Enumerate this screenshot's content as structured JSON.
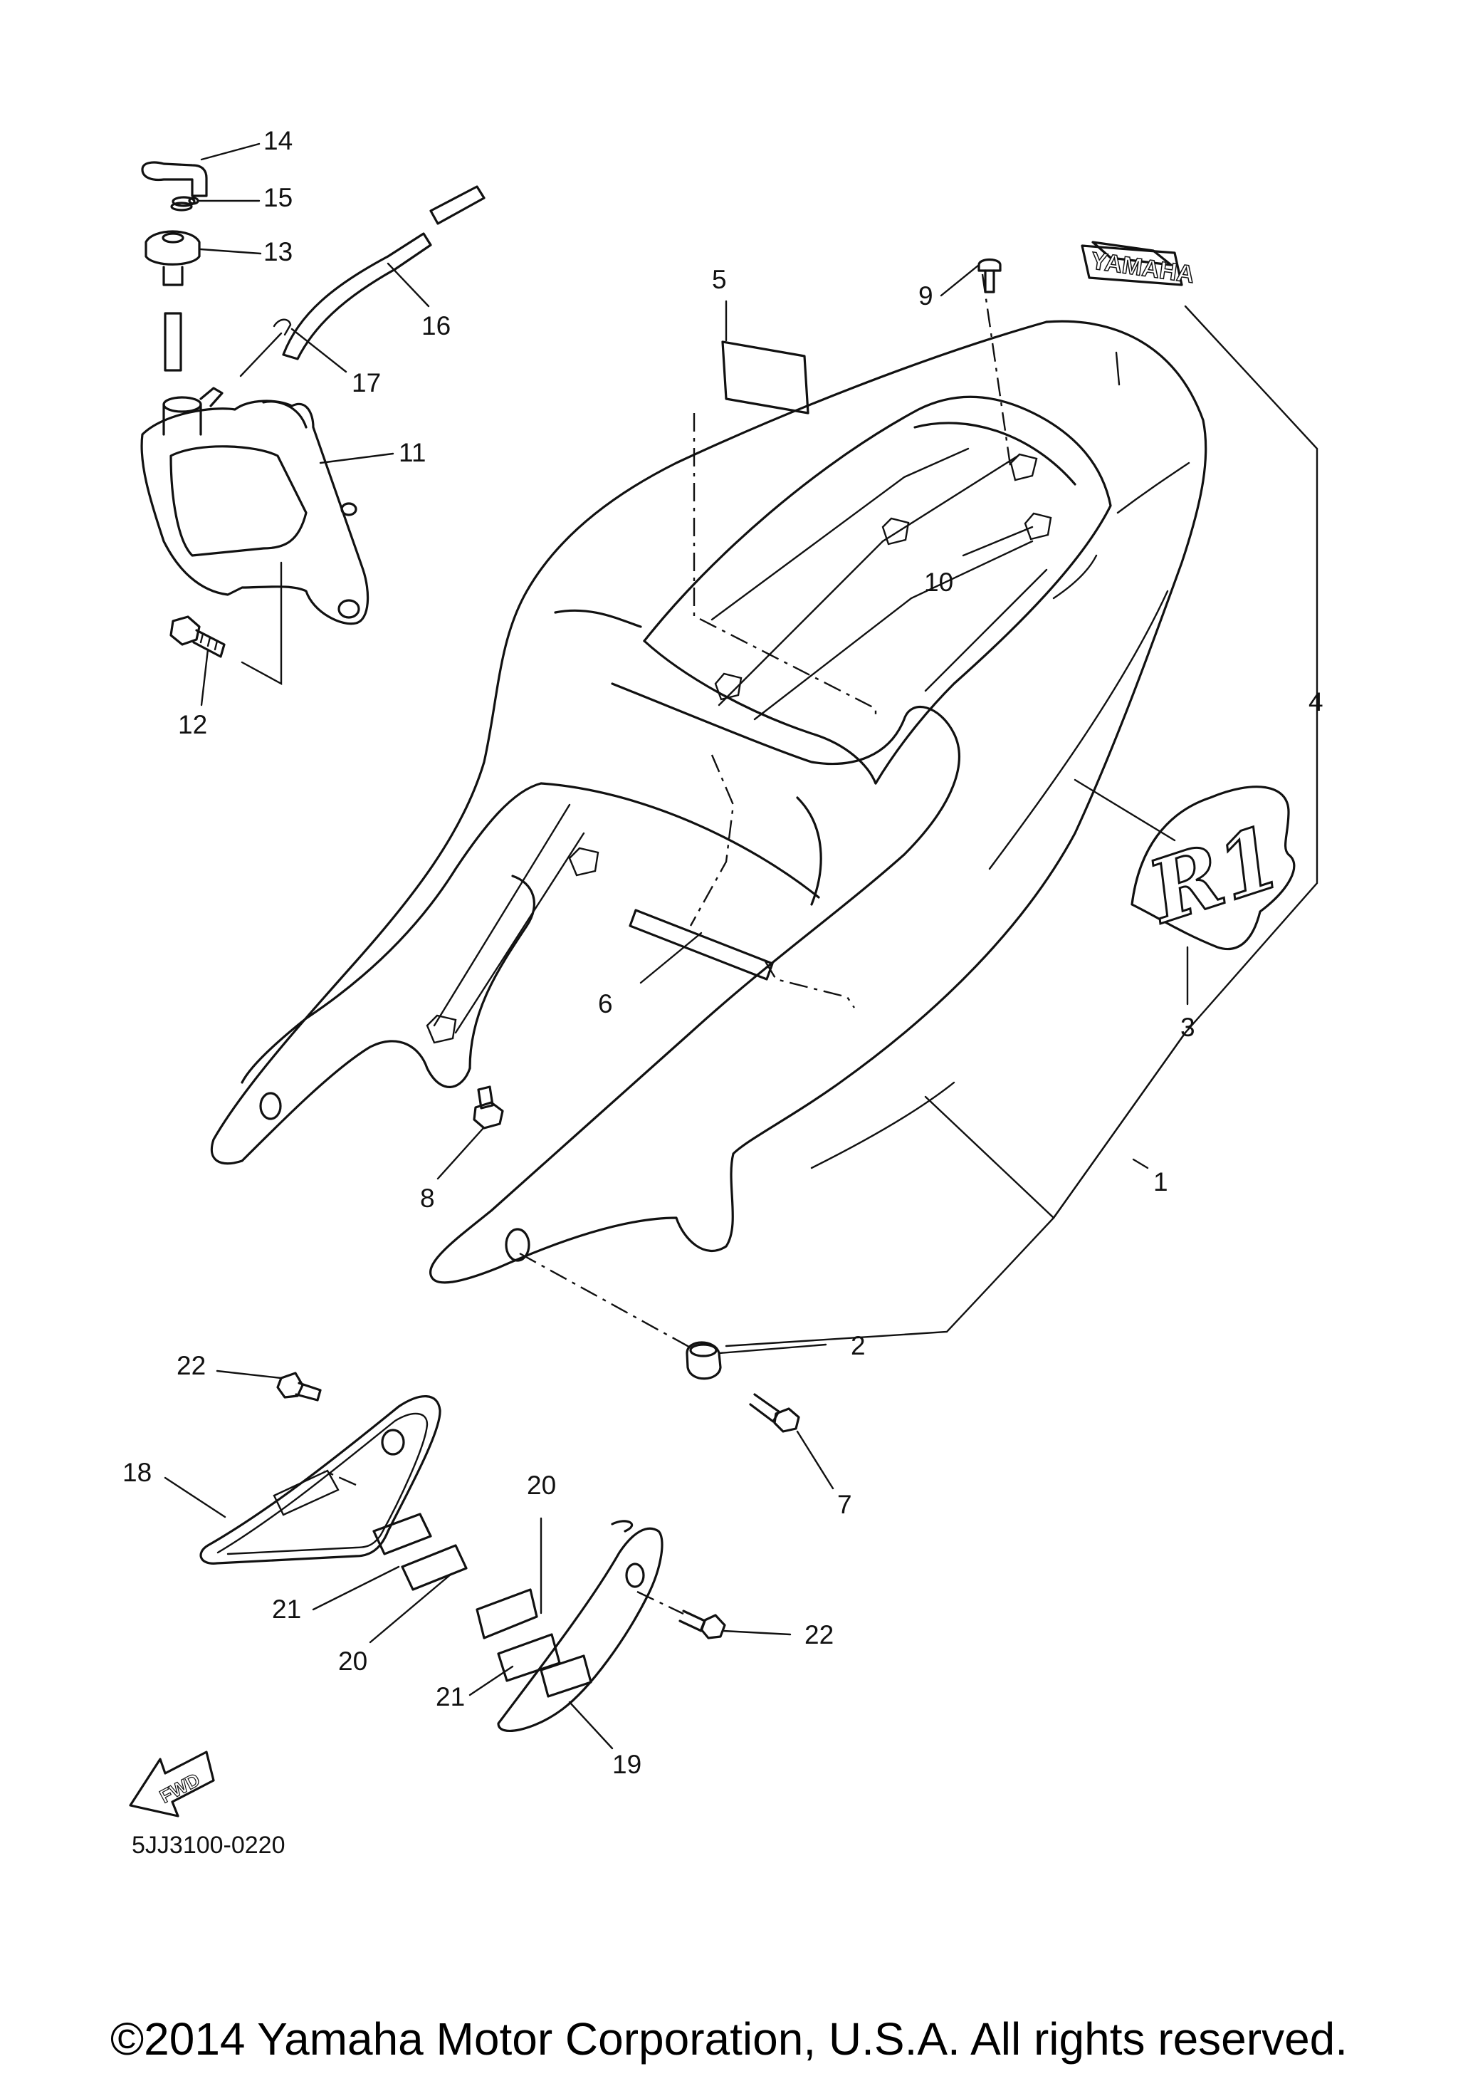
{
  "diagram": {
    "callouts": [
      {
        "id": "c1",
        "num": "1"
      },
      {
        "id": "c2",
        "num": "2"
      },
      {
        "id": "c3",
        "num": "3"
      },
      {
        "id": "c4",
        "num": "4"
      },
      {
        "id": "c5",
        "num": "5"
      },
      {
        "id": "c6",
        "num": "6"
      },
      {
        "id": "c7",
        "num": "7"
      },
      {
        "id": "c8",
        "num": "8"
      },
      {
        "id": "c9",
        "num": "9"
      },
      {
        "id": "c10",
        "num": "10"
      },
      {
        "id": "c11",
        "num": "11"
      },
      {
        "id": "c12",
        "num": "12"
      },
      {
        "id": "c13",
        "num": "13"
      },
      {
        "id": "c14",
        "num": "14"
      },
      {
        "id": "c15",
        "num": "15"
      },
      {
        "id": "c16",
        "num": "16"
      },
      {
        "id": "c17",
        "num": "17"
      },
      {
        "id": "c18",
        "num": "18"
      },
      {
        "id": "c19",
        "num": "19"
      },
      {
        "id": "c20a",
        "num": "20"
      },
      {
        "id": "c20b",
        "num": "20"
      },
      {
        "id": "c21a",
        "num": "21"
      },
      {
        "id": "c21b",
        "num": "21"
      },
      {
        "id": "c22a",
        "num": "22"
      },
      {
        "id": "c22b",
        "num": "22"
      }
    ],
    "decal_brand_text": "YAMAHA",
    "decal_model_text": "R1",
    "direction_label": "FWD",
    "diagram_code": "5JJ3100-0220"
  },
  "footer": {
    "copyright": "©2014 Yamaha Motor Corporation, U.S.A. All rights reserved."
  },
  "colors": {
    "line": "#111111",
    "background": "#ffffff"
  }
}
